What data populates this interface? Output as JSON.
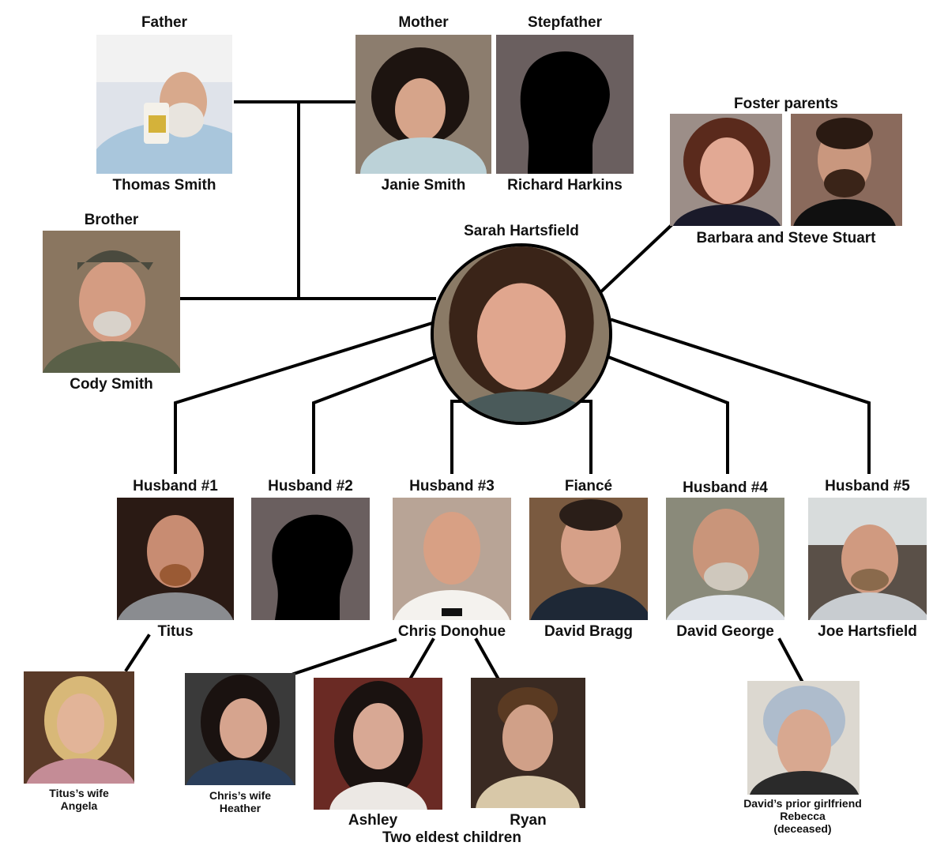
{
  "center": {
    "name": "Sarah Hartsfield"
  },
  "father": {
    "role": "Father",
    "name": "Thomas Smith"
  },
  "mother": {
    "role": "Mother",
    "name": "Janie Smith"
  },
  "stepfather": {
    "role": "Stepfather",
    "name": "Richard Harkins"
  },
  "foster": {
    "role": "Foster parents",
    "name": "Barbara and Steve Stuart"
  },
  "brother": {
    "role": "Brother",
    "name": "Cody Smith"
  },
  "husbands": [
    {
      "role": "Husband #1",
      "name": "Titus"
    },
    {
      "role": "Husband #2",
      "name": ""
    },
    {
      "role": "Husband #3",
      "name": "Chris Donohue"
    },
    {
      "role": "Fiancé",
      "name": "David Bragg"
    },
    {
      "role": "Husband #4",
      "name": "David George"
    },
    {
      "role": "Husband #5",
      "name": "Joe Hartsfield"
    }
  ],
  "titus_wife": {
    "line1": "Titus’s wife",
    "line2": "Angela"
  },
  "chris_wife": {
    "line1": "Chris’s wife",
    "line2": "Heather"
  },
  "children": {
    "ashley": "Ashley",
    "ryan": "Ryan",
    "caption": "Two eldest children"
  },
  "rebecca": {
    "line1": "David’s prior girlfriend",
    "line2": "Rebecca",
    "line3": "(deceased)"
  }
}
